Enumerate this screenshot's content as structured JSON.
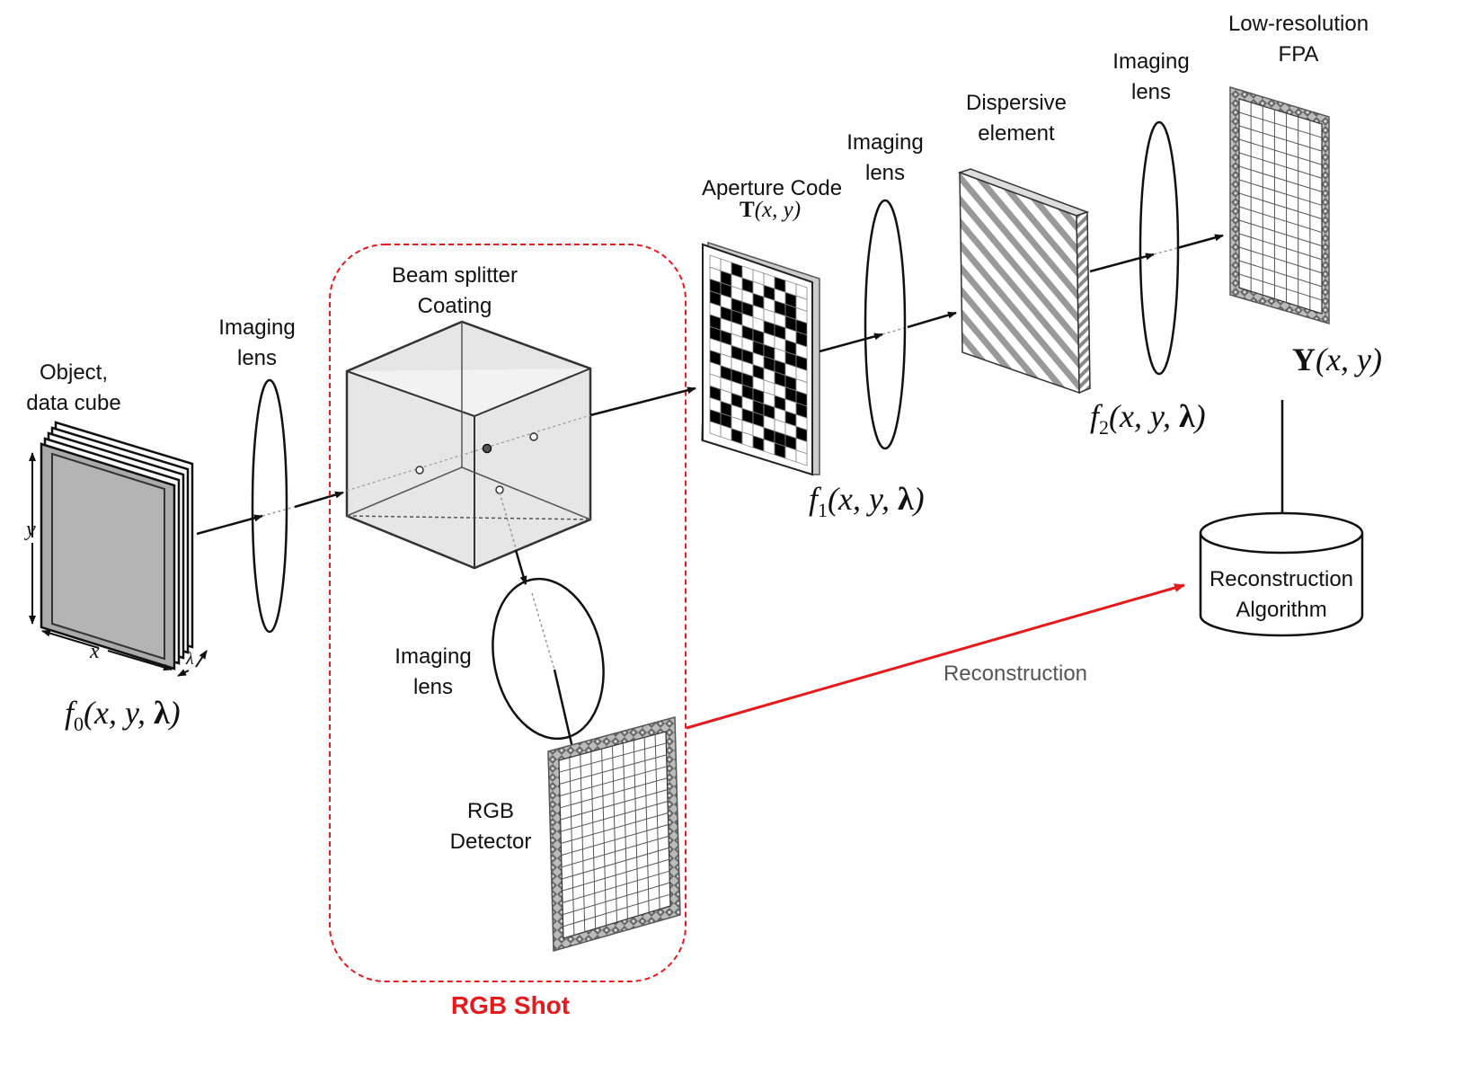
{
  "labels": {
    "object": [
      "Object,",
      "data cube"
    ],
    "imaging_lens_1": [
      "Imaging",
      "lens"
    ],
    "beam_splitter": [
      "Beam splitter",
      "Coating"
    ],
    "imaging_lens_rgb": [
      "Imaging",
      "lens"
    ],
    "rgb_detector": [
      "RGB",
      "Detector"
    ],
    "rgb_shot": "RGB Shot",
    "aperture_code": "Aperture Code",
    "imaging_lens_2": [
      "Imaging",
      "lens"
    ],
    "dispersive_element": [
      "Dispersive",
      "element"
    ],
    "imaging_lens_3": [
      "Imaging",
      "lens"
    ],
    "low_res_fpa": [
      "Low-resolution",
      "FPA"
    ],
    "reconstruction_algorithm": [
      "Reconstruction",
      "Algorithm"
    ],
    "reconstruction_arrow": "Reconstruction"
  },
  "math": {
    "f0": "f0(x, y, λ)",
    "f1": "f1(x, y, λ)",
    "f2": "f2(x, y, λ)",
    "T": "T(x, y)",
    "Y": "Y(x, y)",
    "axis_x": "x",
    "axis_y": "y",
    "axis_lambda": "λ"
  },
  "colors": {
    "accent_red": "#e41a1c",
    "stroke": "#111111",
    "cube_fill": "#aaaaaa",
    "splitter_fill": "#e6e6e6"
  }
}
